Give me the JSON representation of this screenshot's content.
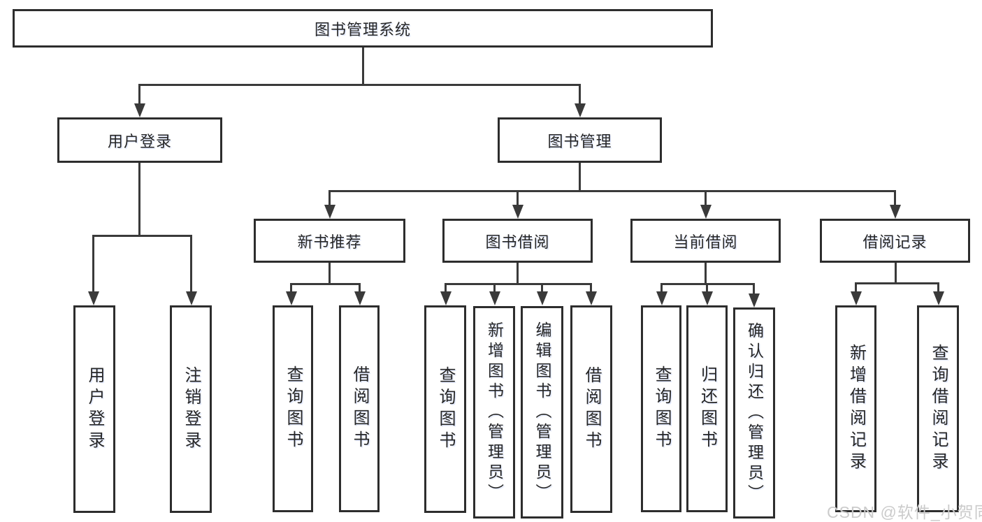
{
  "diagram": {
    "type": "tree",
    "root": {
      "label": "图书管理系统",
      "children": [
        {
          "label": "用户登录",
          "children": [
            {
              "label": "用户登录"
            },
            {
              "label": "注销登录"
            }
          ]
        },
        {
          "label": "图书管理",
          "children": [
            {
              "label": "新书推荐",
              "children": [
                {
                  "label": "查询图书"
                },
                {
                  "label": "借阅图书"
                }
              ]
            },
            {
              "label": "图书借阅",
              "children": [
                {
                  "label": "查询图书"
                },
                {
                  "label": "新增图书（管理员）"
                },
                {
                  "label": "编辑图书（管理员）"
                },
                {
                  "label": "借阅图书"
                }
              ]
            },
            {
              "label": "当前借阅",
              "children": [
                {
                  "label": "查询图书"
                },
                {
                  "label": "归还图书"
                },
                {
                  "label": "确认归还（管理员）"
                }
              ]
            },
            {
              "label": "借阅记录",
              "children": [
                {
                  "label": "新增借阅记录"
                },
                {
                  "label": "查询借阅记录"
                }
              ]
            }
          ]
        }
      ]
    }
  },
  "watermark": {
    "text": "CSDN @软件_小贺同学"
  },
  "colors": {
    "line": "#3a3a3a",
    "box_border": "#2d2d2d",
    "box_fill": "#ffffff",
    "text": "#262626",
    "watermark": "#c9c9c9",
    "background": "#ffffff"
  }
}
